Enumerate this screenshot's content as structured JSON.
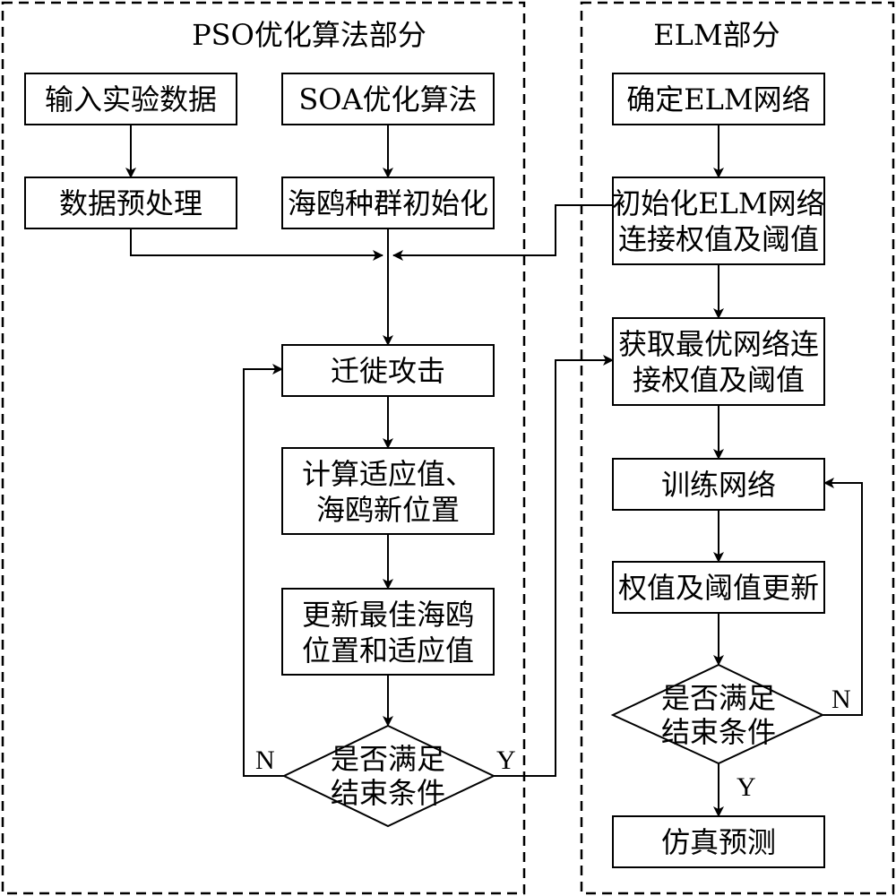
{
  "panels": {
    "left_title": "PSO优化算法部分",
    "right_title": "ELM部分"
  },
  "nodes": {
    "input_data": "输入实验数据",
    "soa_algo": "SOA优化算法",
    "preprocess": "数据预处理",
    "init_pop": "海鸥种群初始化",
    "migrate": "迁徙攻击",
    "fitness_l1": "计算适应值、",
    "fitness_l2": "海鸥新位置",
    "update_best_l1": "更新最佳海鸥",
    "update_best_l2": "位置和适应值",
    "cond_left_l1": "是否满足",
    "cond_left_l2": "结束条件",
    "define_elm": "确定ELM网络",
    "init_elm_l1": "初始化ELM网络",
    "init_elm_l2": "连接权值及阈值",
    "get_opt_l1": "获取最优网络连",
    "get_opt_l2": "接权值及阈值",
    "train": "训练网络",
    "weight_update": "权值及阈值更新",
    "cond_right_l1": "是否满足",
    "cond_right_l2": "结束条件",
    "simulate": "仿真预测"
  },
  "labels": {
    "left_no": "N",
    "left_yes": "Y",
    "right_no": "N",
    "right_yes": "Y"
  }
}
